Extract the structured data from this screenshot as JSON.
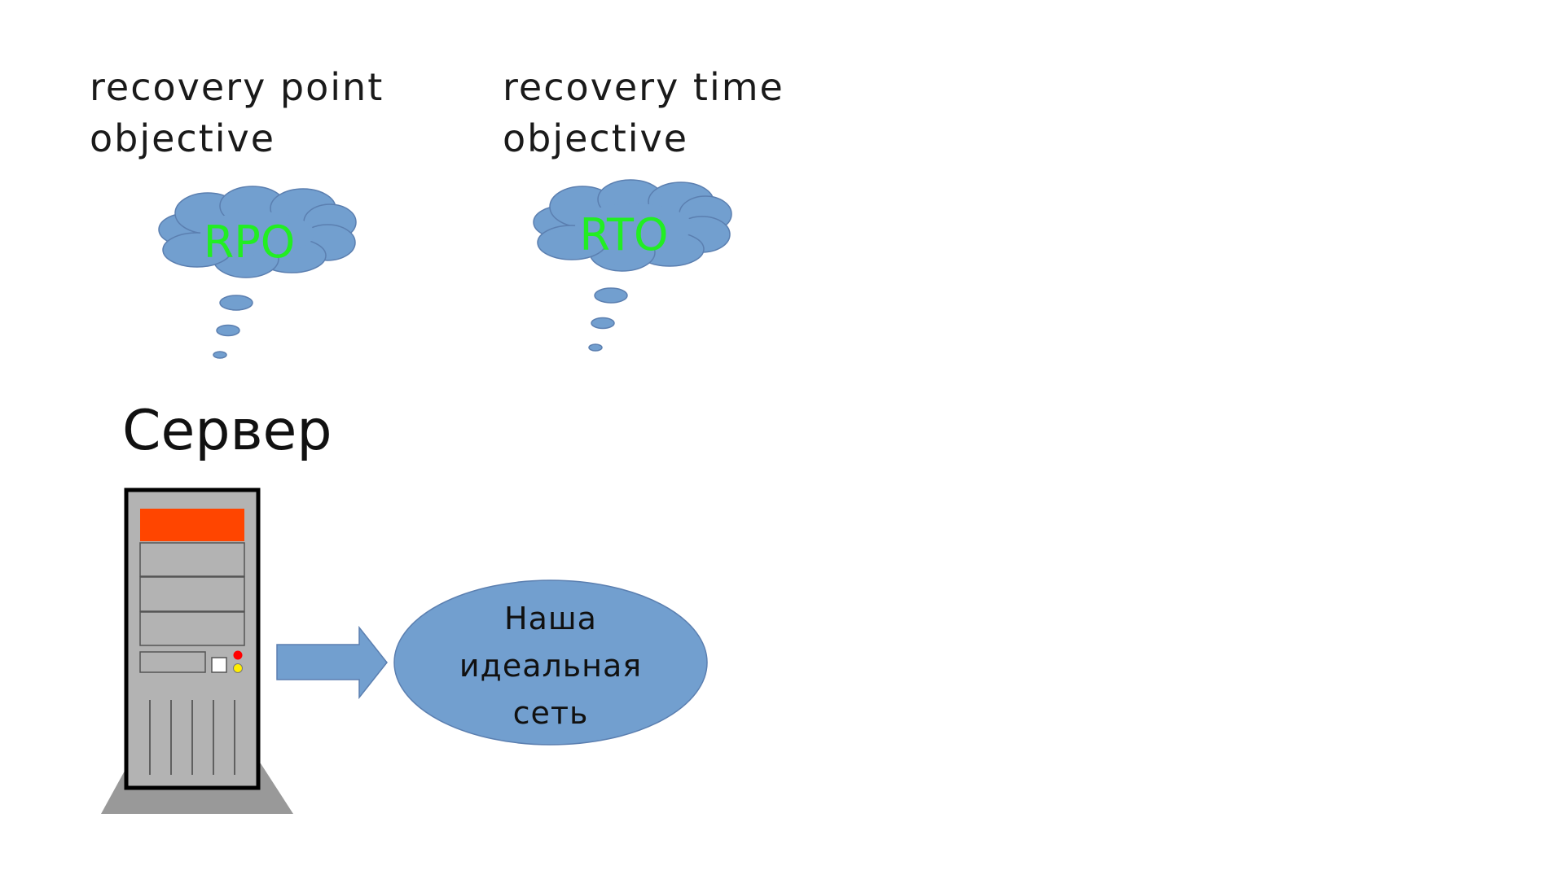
{
  "rpo": {
    "caption_line1": "recovery point",
    "caption_line2": "objective",
    "bubble_label": "RPO"
  },
  "rto": {
    "caption_line1": "recovery time",
    "caption_line2": "objective",
    "bubble_label": "RTO"
  },
  "server": {
    "title": "Сервер"
  },
  "network": {
    "line1": "Наша",
    "line2": "идеальная",
    "line3": "сеть"
  },
  "colors": {
    "shape_fill": "#729fcf",
    "shape_stroke": "#5b7fb0",
    "bubble_text": "#22ee22",
    "server_top_panel": "#ff4500",
    "server_body": "#b3b3b3",
    "server_base": "#999999",
    "led_red": "#ff0000",
    "led_yellow": "#ffee00"
  }
}
